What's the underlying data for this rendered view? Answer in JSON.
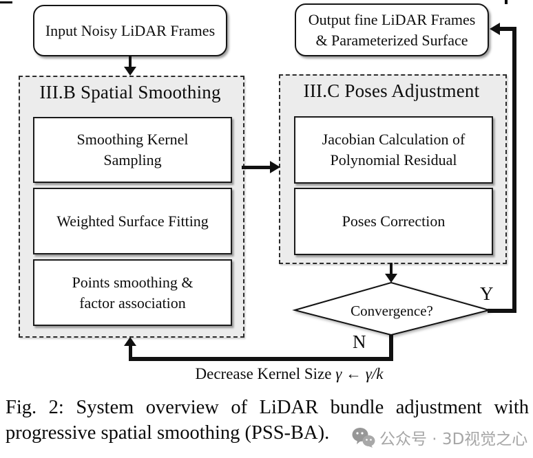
{
  "figure": {
    "input_box": "Input Noisy LiDAR Frames",
    "output_box": "Output fine LiDAR Frames\n& Parameterized Surface",
    "left_panel": {
      "title": "III.B Spatial Smoothing",
      "steps": [
        "Smoothing Kernel\nSampling",
        "Weighted Surface Fitting",
        "Points smoothing &\nfactor association"
      ]
    },
    "right_panel": {
      "title": "III.C Poses Adjustment",
      "steps": [
        "Jacobian Calculation of\nPolynomial Residual",
        "Poses Correction"
      ]
    },
    "decision": {
      "label": "Convergence?",
      "yes_label": "Y",
      "no_label": "N"
    },
    "loop": {
      "label": "Decrease Kernel Size",
      "formula": "γ ← γ/k"
    }
  },
  "caption": {
    "line1": "Fig. 2: System overview of LiDAR bundle adjustment with",
    "line2": "progressive spatial smoothing (PSS-BA)."
  },
  "watermark": {
    "icon": "wechat-icon",
    "text": "公众号 · 3D视觉之心"
  },
  "colors": {
    "panel_fill": "#ececec",
    "line": "#111111",
    "watermark": "#a6a6a6"
  }
}
